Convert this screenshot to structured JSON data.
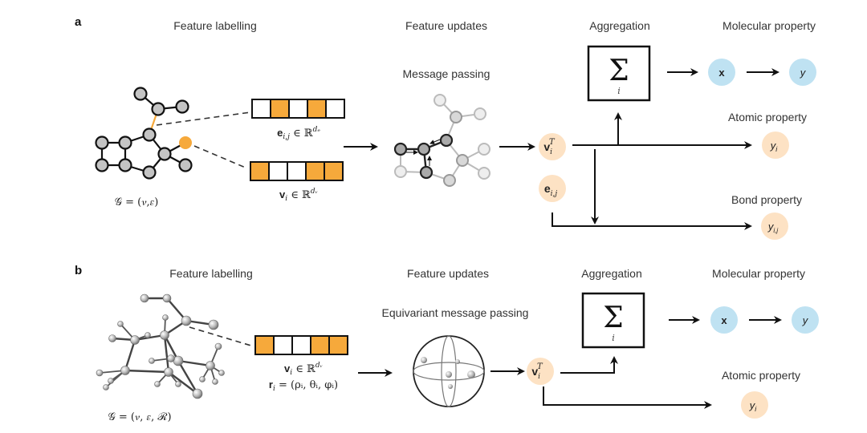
{
  "colors": {
    "orange": "#f6a93b",
    "orange_light": "#fde2c4",
    "blue_light": "#bfe2f2",
    "node_gray": "#c4c4c4",
    "line": "#111111"
  },
  "panel_a": {
    "label": "a",
    "section_titles": {
      "feature_labelling": "Feature labelling",
      "feature_updates": "Feature updates",
      "aggregation": "Aggregation",
      "molecular_property": "Molecular property"
    },
    "subtitle": "Message passing",
    "graph_formula": "𝒢 = (𝜈,𝜀)",
    "edge_vector": {
      "symbol": "e",
      "sub": "i,j",
      "formula_rest": " ∈ ℝ",
      "sup": "dₑ",
      "cells": [
        false,
        true,
        false,
        true,
        false
      ]
    },
    "node_vector": {
      "symbol": "v",
      "sub": "i",
      "formula_rest": " ∈ ℝ",
      "sup": "dᵥ",
      "cells": [
        true,
        false,
        false,
        true,
        true
      ]
    },
    "sum": {
      "symbol": "Σ",
      "index": "i"
    },
    "nodes": {
      "vT": {
        "symbol": "v",
        "sub": "i",
        "sup": "T"
      },
      "e": {
        "symbol": "e",
        "sub": "i,j"
      },
      "x": "x",
      "y": "y",
      "yi": {
        "symbol": "y",
        "sub": "i"
      },
      "yij": {
        "symbol": "y",
        "sub": "i,j"
      }
    },
    "outputs": {
      "atomic_property": "Atomic property",
      "bond_property": "Bond property"
    }
  },
  "panel_b": {
    "label": "b",
    "section_titles": {
      "feature_labelling": "Feature labelling",
      "feature_updates": "Feature updates",
      "aggregation": "Aggregation",
      "molecular_property": "Molecular property"
    },
    "subtitle": "Equivariant message passing",
    "graph_formula": "𝒢 = (𝜈, 𝜀, ℛ)",
    "node_vector": {
      "symbol": "v",
      "sub": "i",
      "formula_rest": " ∈ ℝ",
      "sup": "dᵥ",
      "cells": [
        true,
        false,
        false,
        true,
        true
      ]
    },
    "position_formula": {
      "symbol": "r",
      "sub": "i",
      "rest": " = (ρᵢ, θᵢ, φᵢ)"
    },
    "sum": {
      "symbol": "Σ",
      "index": "i"
    },
    "nodes": {
      "vT": {
        "symbol": "v",
        "sub": "i",
        "sup": "T"
      },
      "x": "x",
      "y": "y",
      "yi": {
        "symbol": "y",
        "sub": "i"
      }
    },
    "outputs": {
      "atomic_property": "Atomic property"
    }
  }
}
